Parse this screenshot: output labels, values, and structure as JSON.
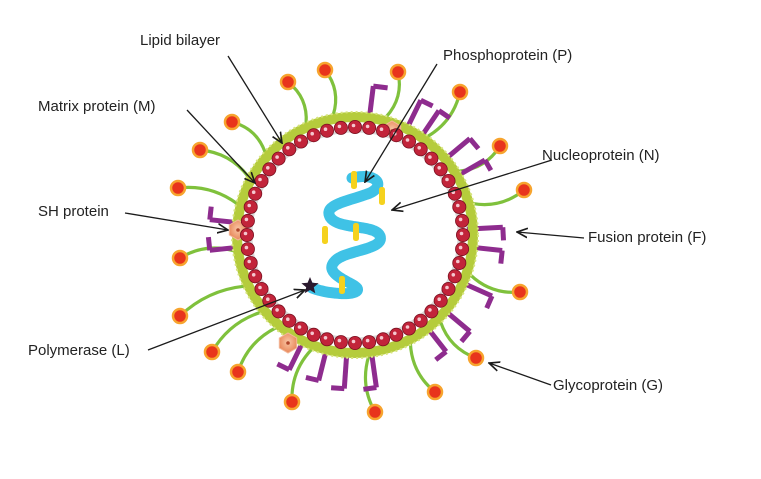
{
  "diagram": {
    "labels": {
      "lipid_bilayer": "Lipid bilayer",
      "matrix_protein": "Matrix protein (M)",
      "sh_protein": "SH protein",
      "polymerase": "Polymerase (L)",
      "phosphoprotein": "Phosphoprotein (P)",
      "nucleoprotein": "Nucleoprotein (N)",
      "fusion_protein": "Fusion protein (F)",
      "glycoprotein": "Glycoprotein (G)"
    },
    "colors": {
      "envelope": "#b5cc3c",
      "matrix_bead": "#c2243a",
      "matrix_bead_highlight": "#f4c7cf",
      "interior": "#ffffff",
      "nucleocapsid": "#3fc2e6",
      "phosphoprotein": "#f5d21e",
      "glycoprotein_stalk": "#7fc13c",
      "glycoprotein_head": "#e8341c",
      "glycoprotein_halo": "#f7a42e",
      "fusion_protein": "#8e2c8e",
      "sh_protein": "#f0a77e",
      "polymerase": "#2b1a2e",
      "arrow": "#1b1b1b"
    },
    "icons": [
      "polymerase-star-icon",
      "sh-protein-icon",
      "fusion-protein-icon",
      "glycoprotein-icon"
    ]
  }
}
